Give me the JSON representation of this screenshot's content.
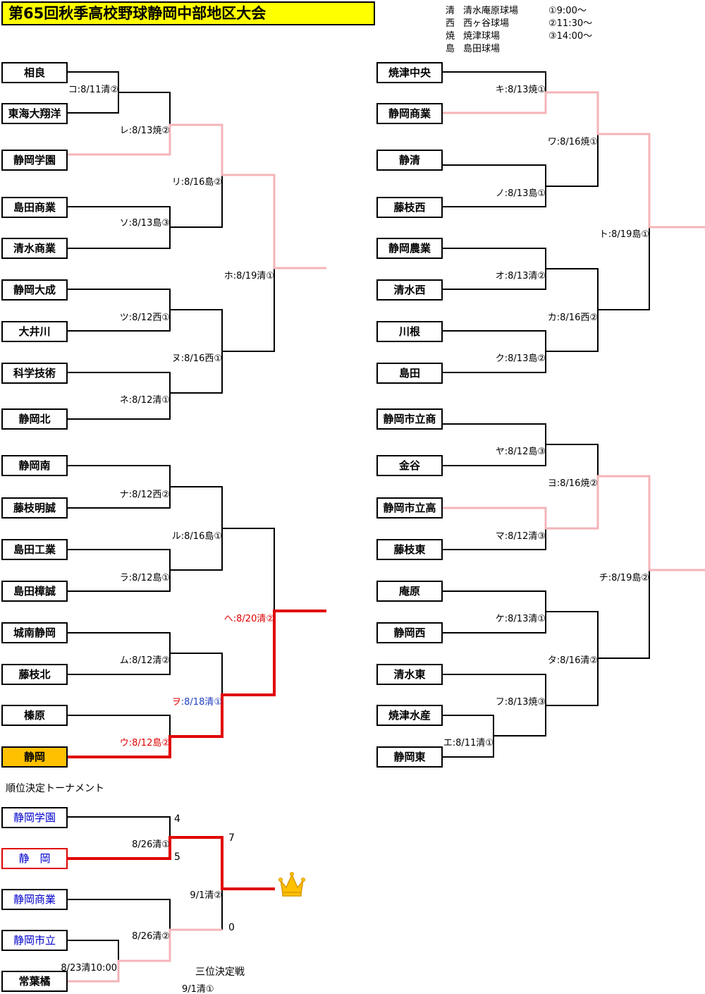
{
  "title": "第65回秋季高校野球静岡中部地区大会",
  "legend": {
    "venues": [
      {
        "abbr": "清",
        "name": "清水庵原球場"
      },
      {
        "abbr": "西",
        "name": "西ヶ谷球場"
      },
      {
        "abbr": "焼",
        "name": "焼津球場"
      },
      {
        "abbr": "島",
        "name": "島田球場"
      }
    ],
    "times": [
      "①9:00～",
      "②11:30～",
      "③14:00～"
    ]
  },
  "colors": {
    "line": "#000000",
    "winner_path": "#f4b4b8",
    "champion_path": "#e00000",
    "highlight_team": "#ffc000"
  },
  "left_teams": [
    "相良",
    "東海大翔洋",
    "静岡学園",
    "島田商業",
    "清水商業",
    "静岡大成",
    "大井川",
    "科学技術",
    "静岡北",
    "静岡南",
    "藤枝明誠",
    "島田工業",
    "島田樟誠",
    "城南静岡",
    "藤枝北",
    "榛原",
    "静岡"
  ],
  "right_teams": [
    "焼津中央",
    "静岡商業",
    "静清",
    "藤枝西",
    "静岡農業",
    "清水西",
    "川根",
    "島田",
    "静岡市立商",
    "金谷",
    "静岡市立高",
    "藤枝東",
    "庵原",
    "静岡西",
    "清水東",
    "焼津水産",
    "静岡東"
  ],
  "left_matches": {
    "ko": "コ:8/11清②",
    "re": "レ:8/13焼②",
    "so": "ソ:8/13島③",
    "ri": "リ:8/16島②",
    "tsu": "ツ:8/12西①",
    "ne": "ネ:8/12清①",
    "nu": "ヌ:8/16西①",
    "ho": "ホ:8/19清①",
    "na": "ナ:8/12西②",
    "ra": "ラ:8/12島①",
    "ru": "ル:8/16島①",
    "mu": "ム:8/12清②",
    "u": "ウ:8/12島②",
    "wo_prefix": "ヲ",
    "wo_rest": ":8/18清①",
    "he": "へ:8/20清②"
  },
  "right_matches": {
    "ki": "キ:8/13焼①",
    "no": "ノ:8/13島①",
    "wa": "ワ:8/16焼①",
    "o": "オ:8/13清②",
    "ku": "ク:8/13島②",
    "ka": "カ:8/16西②",
    "to": "ト:8/19島①",
    "ya": "ヤ:8/12島③",
    "ma": "マ:8/12清③",
    "yo": "ヨ:8/16焼②",
    "ke": "ケ:8/13清①",
    "e": "エ:8/11清①",
    "fu": "フ:8/13焼③",
    "ta": "タ:8/16清②",
    "chi": "チ:8/19島②"
  },
  "placement": {
    "title": "順位決定トーナメント",
    "teams": [
      "静岡学園",
      "静　岡",
      "静岡商業",
      "静岡市立",
      "常葉橘"
    ],
    "match_a": "8/26清①",
    "match_b": "8/26清②",
    "match_pre": "8/23清10:00",
    "final": "9/1清②",
    "third_title": "三位決定戦",
    "third_match": "9/1清①",
    "scores": {
      "a_top": "4",
      "a_bottom": "5",
      "final_top": "7",
      "final_bottom": "0"
    },
    "trophy_icon": "crown-icon"
  }
}
